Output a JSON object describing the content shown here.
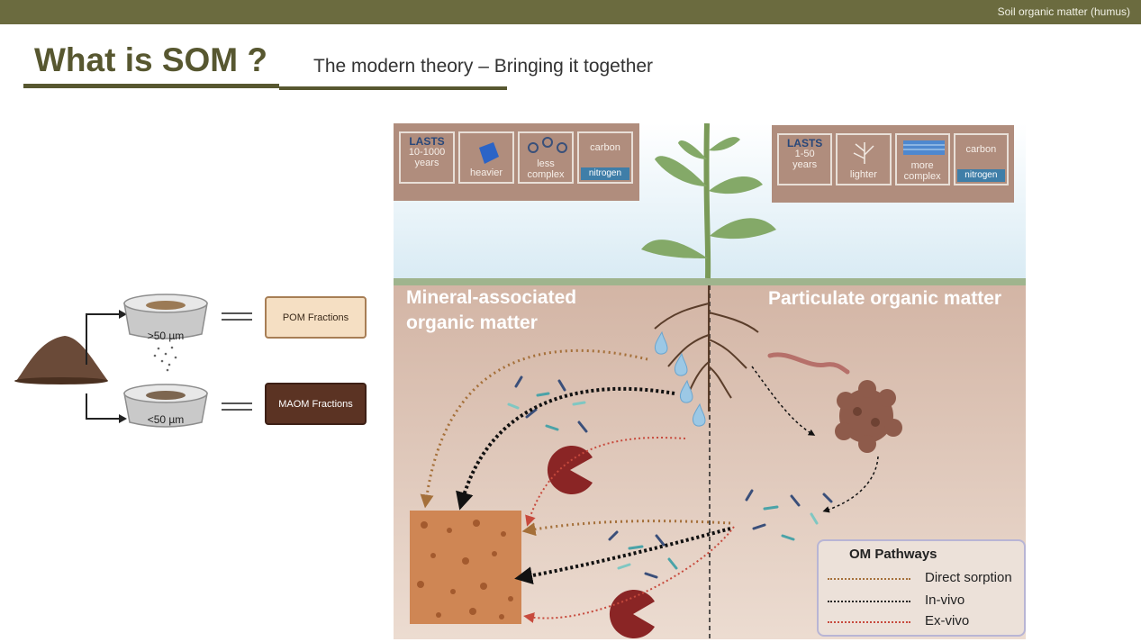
{
  "header": {
    "section": "Soil organic matter (humus)"
  },
  "slide": {
    "title": "What is SOM ?",
    "subtitle": "The modern theory – Bringing it together"
  },
  "fractionation": {
    "sieve_top_label": ">50 µm",
    "sieve_bottom_label": "<50 µm",
    "pom_box": "POM  Fractions",
    "maom_box": "MAOM Fractions"
  },
  "maom_info": {
    "lasts_label": "LASTS",
    "lasts_range": "10-1000",
    "lasts_unit": "years",
    "weight": "heavier",
    "complexity_line1": "less",
    "complexity_line2": "complex",
    "carbon": "carbon",
    "nitrogen": "nitrogen"
  },
  "pom_info": {
    "lasts_label": "LASTS",
    "lasts_range": "1-50",
    "lasts_unit": "years",
    "weight": "lighter",
    "complexity_line1": "more",
    "complexity_line2": "complex",
    "carbon": "carbon",
    "nitrogen": "nitrogen"
  },
  "diagram": {
    "maom_label_line1": "Mineral-associated",
    "maom_label_line2": "organic matter",
    "pom_label": "Particulate organic matter"
  },
  "legend": {
    "title": "OM Pathways",
    "items": [
      {
        "label": "Direct sorption",
        "color": "#a5703a"
      },
      {
        "label": "In-vivo",
        "color": "#222222"
      },
      {
        "label": "Ex-vivo",
        "color": "#c74a3d"
      }
    ]
  },
  "colors": {
    "header_bar": "#6b6b3f",
    "title": "#575730",
    "soil_top": "#d3b5a5",
    "soil_bottom": "#ecdcd1",
    "maom_block": "#cf8654",
    "enzyme": "#8a2525"
  }
}
